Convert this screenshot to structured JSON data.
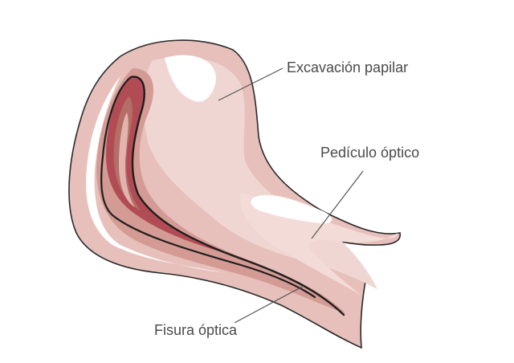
{
  "diagram": {
    "subject": "optic-cup",
    "labels": [
      {
        "id": "excavacion",
        "text": "Excavación papilar"
      },
      {
        "id": "pediculo",
        "text": "Pedículo óptico"
      },
      {
        "id": "fisura",
        "text": "Fisura óptica"
      }
    ],
    "colors": {
      "outline": "#2a2a2a",
      "leader_line": "#555555",
      "skin_light": "#f0d6d2",
      "skin_mid": "#e3b4ae",
      "skin_dark": "#d49a94",
      "layer_red": "#b14c55",
      "layer_brown": "#b36e66",
      "highlight": "#ffffff",
      "text": "#4a4a4a"
    }
  }
}
